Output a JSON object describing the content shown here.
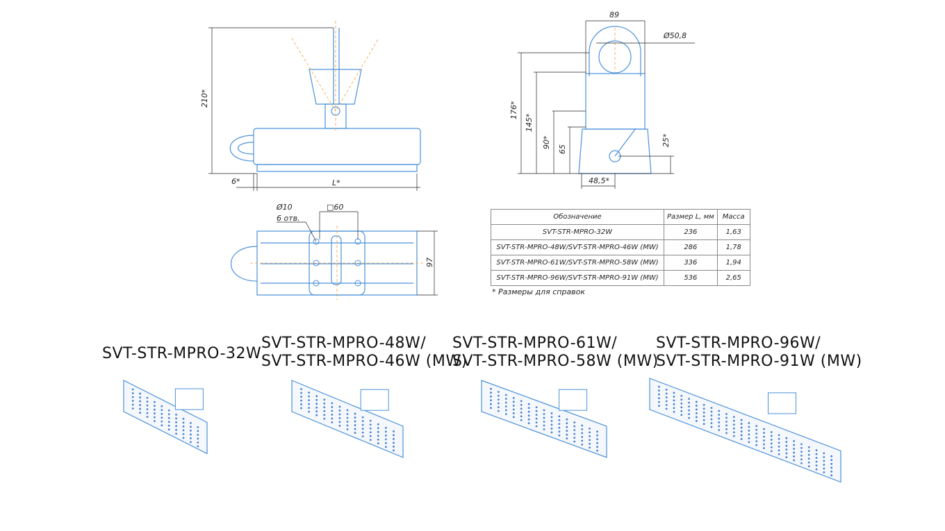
{
  "drawing": {
    "side_view": {
      "height": "210*",
      "offset": "6*",
      "length": "L*"
    },
    "top_view": {
      "hole_diameter": "Ø10",
      "hole_count": "6 отв.",
      "square": "□60",
      "width": "97"
    },
    "front_view": {
      "width": "89",
      "pipe_diameter": "Ø50,8",
      "h1": "176*",
      "h2": "145*",
      "h3": "90*",
      "h4": "65",
      "h5": "25*",
      "base": "48,5*"
    }
  },
  "table": {
    "headers": [
      "Обозначение",
      "Размер L, мм",
      "Масса"
    ],
    "rows": [
      [
        "SVT-STR-MPRO-32W",
        "236",
        "1,63"
      ],
      [
        "SVT-STR-MPRO-48W/SVT-STR-MPRO-46W (MW)",
        "286",
        "1,78"
      ],
      [
        "SVT-STR-MPRO-61W/SVT-STR-MPRO-58W (MW)",
        "336",
        "1,94"
      ],
      [
        "SVT-STR-MPRO-96W/SVT-STR-MPRO-91W (MW)",
        "536",
        "2,65"
      ]
    ],
    "note": "* Размеры для справок"
  },
  "products": [
    {
      "line1": "SVT-STR-MPRO-32W",
      "line2": ""
    },
    {
      "line1": "SVT-STR-MPRO-48W/",
      "line2": "SVT-STR-MPRO-46W (MW)"
    },
    {
      "line1": "SVT-STR-MPRO-61W/",
      "line2": "SVT-STR-MPRO-58W (MW)"
    },
    {
      "line1": "SVT-STR-MPRO-96W/",
      "line2": "SVT-STR-MPRO-91W (MW)"
    }
  ],
  "colors": {
    "line": "#4a90d9",
    "axis": "#f0a040",
    "led": "#4a7fd0"
  }
}
